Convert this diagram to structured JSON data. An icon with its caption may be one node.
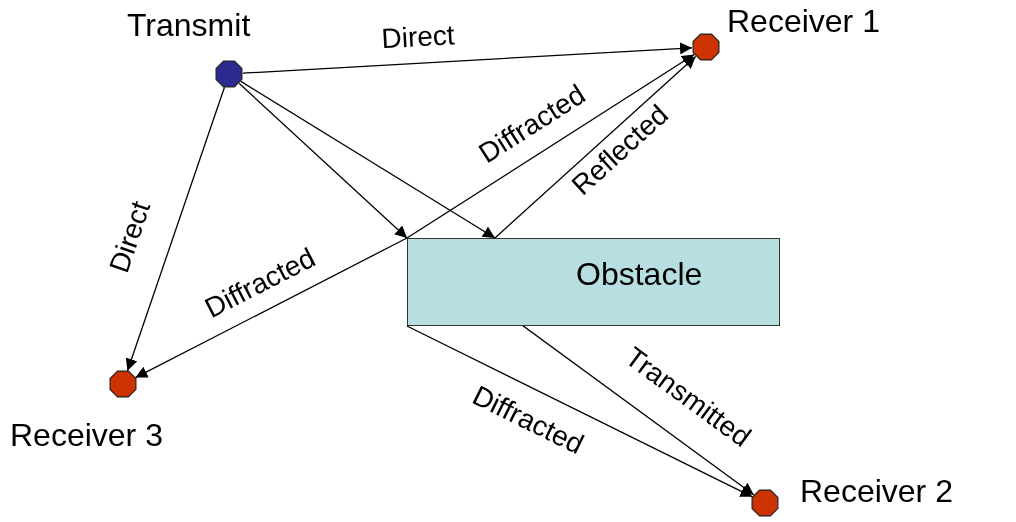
{
  "diagram": {
    "nodes": [
      {
        "text": [
          "Transmit"
        ]
      },
      {
        "text": [
          "Receiver 1"
        ]
      },
      {
        "text": [
          "Obstacle"
        ]
      },
      {
        "text": [
          "Receiver 3"
        ]
      },
      {
        "text": [
          "Receiver 2"
        ]
      }
    ],
    "edges": [
      {
        "from": 0,
        "to": 1,
        "arrow": "to",
        "label": "Direct"
      },
      {
        "from": 0,
        "to": 3,
        "arrow": "to",
        "label": "Direct"
      },
      {
        "from": 0,
        "to": 2,
        "arrow": "to"
      },
      {
        "from": 0,
        "to": 2,
        "arrow": "to"
      },
      {
        "from": 2,
        "to": 1,
        "arrow": "to",
        "label": "Diffracted"
      },
      {
        "from": 2,
        "to": 3,
        "arrow": "to",
        "label": "Diffracted"
      },
      {
        "from": 2,
        "to": 1,
        "arrow": "to",
        "label": "Reflected"
      },
      {
        "from": 2,
        "to": 4,
        "arrow": "to",
        "label": "Transmitted"
      },
      {
        "from": 2,
        "to": 4,
        "arrow": "to",
        "label": "Diffracted"
      }
    ]
  }
}
